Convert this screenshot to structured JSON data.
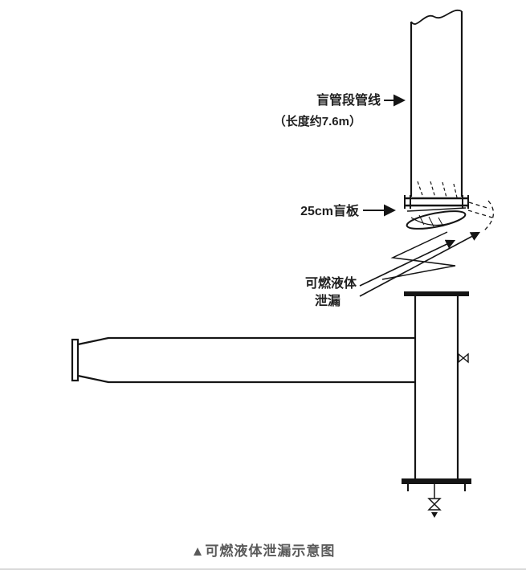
{
  "diagram": {
    "labels": {
      "blind_pipe_line1": "盲管段管线",
      "blind_pipe_line2": "（长度约7.6m）",
      "blind_plate": "25cm盲板",
      "leak_line1": "可燃液体",
      "leak_line2": "泄漏"
    },
    "caption": "▲可燃液体泄漏示意图",
    "colors": {
      "line": "#151515",
      "caption": "#5a5a5a",
      "background": "#ffffff"
    }
  }
}
